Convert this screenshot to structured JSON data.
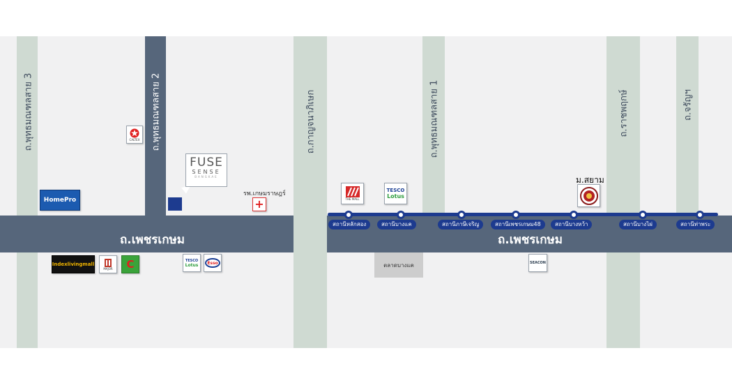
{
  "roads": {
    "phutthamonthon_3": "ถ.พุทธมณฑลสาย 3",
    "phutthamonthon_2": "ถ.พุทธมณฑลสาย 2",
    "kanlapaphruek": "ถ.กาญจนาภิเษก",
    "phutthamonthon_1": "ถ.พุทธมณฑลสาย 1",
    "ratchaphruek": "ถ.ราชพฤกษ์",
    "charan": "ถ.จรัญฯ",
    "phetkasem_left": "ถ.เพชรเกษม",
    "phetkasem_right": "ถ.เพชรเกษม"
  },
  "stations": [
    "สถานีหลักสอง",
    "สถานีบางแค",
    "สถานีภาษีเจริญ",
    "สถานีเพชรเกษม48",
    "สถานีบางหว้า",
    "สถานีบางไผ่",
    "สถานีท่าพระ"
  ],
  "places": {
    "hospital": "รพ.เกษมราษฎร์",
    "university": "ม.สยาม",
    "market": "ตลาดบางแค",
    "project_line1": "FUSE",
    "project_line2": "SENSE",
    "project_line3": "BANGKAE"
  },
  "logos": {
    "homepro": "HomePro",
    "indexliving": "Indexlivingmall",
    "tesco_1": "TESCO",
    "tesco_2": "Lotus",
    "esso": "Esso",
    "caltex": "CALTEX",
    "seacon": "SEACON",
    "tha_mall": "THE MALL",
    "major": "MAJOR",
    "bigc": "C"
  },
  "colors": {
    "main_road": "#56667b",
    "side_road": "#cfdad2",
    "bts_line": "#1d3b8f",
    "background": "#f1f1f2"
  }
}
